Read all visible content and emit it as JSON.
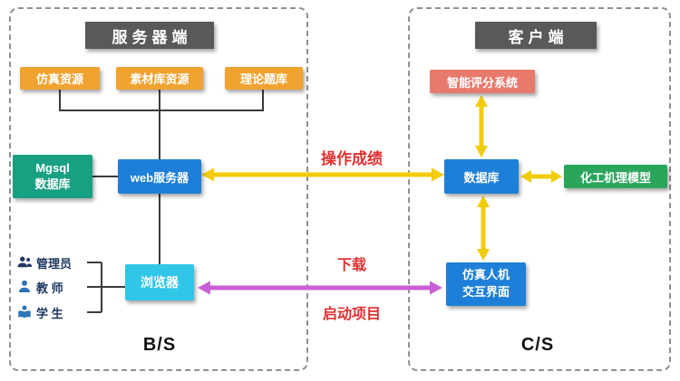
{
  "diagram": {
    "left": {
      "header": "服务器端",
      "resources": [
        {
          "label": "仿真资源"
        },
        {
          "label": "素材库资源"
        },
        {
          "label": "理论题库"
        }
      ],
      "mgsql_line1": "Mgsql",
      "mgsql_line2": "数据库",
      "web_server": "web服务器",
      "browser": "浏览器",
      "users": [
        {
          "label": "管理员",
          "icon": "admin-users-icon"
        },
        {
          "label": "教 师",
          "icon": "teacher-icon"
        },
        {
          "label": "学 生",
          "icon": "student-icon"
        }
      ],
      "caption": "B/S"
    },
    "right": {
      "header": "客户端",
      "scoring_system": "智能评分系统",
      "database": "数据库",
      "mechanism_model": "化工机理模型",
      "hmi_line1": "仿真人机",
      "hmi_line2": "交互界面",
      "caption": "C/S"
    },
    "links": {
      "scores": "操作成绩",
      "download": "下载",
      "launch": "启动项目"
    },
    "colors": {
      "resource_orange": "#F0A330",
      "header_gray": "#595959",
      "mgsql_teal": "#18A083",
      "node_blue": "#1E7FD8",
      "browser_cyan": "#30C6E8",
      "scoring_salmon": "#E8796D",
      "model_green": "#2BA55C",
      "arrow_yellow": "#F2CC0C",
      "arrow_magenta": "#C95FD6",
      "label_red": "#E03131"
    }
  }
}
